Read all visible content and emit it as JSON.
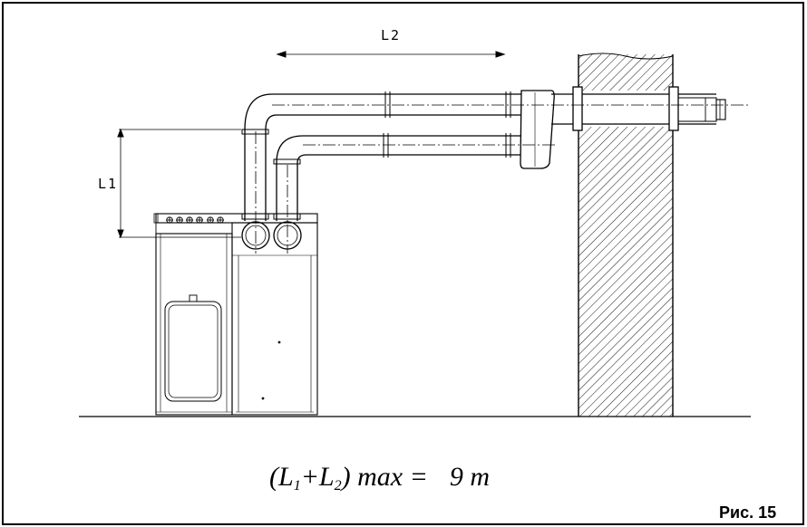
{
  "labels": {
    "l2": "L2",
    "l1": "L1"
  },
  "formula": {
    "open": "(L",
    "sub1": "1",
    "plus": "+L",
    "sub2": "2",
    "close": ") max =",
    "value": "9 m"
  },
  "figure_label": "Рис. 15"
}
